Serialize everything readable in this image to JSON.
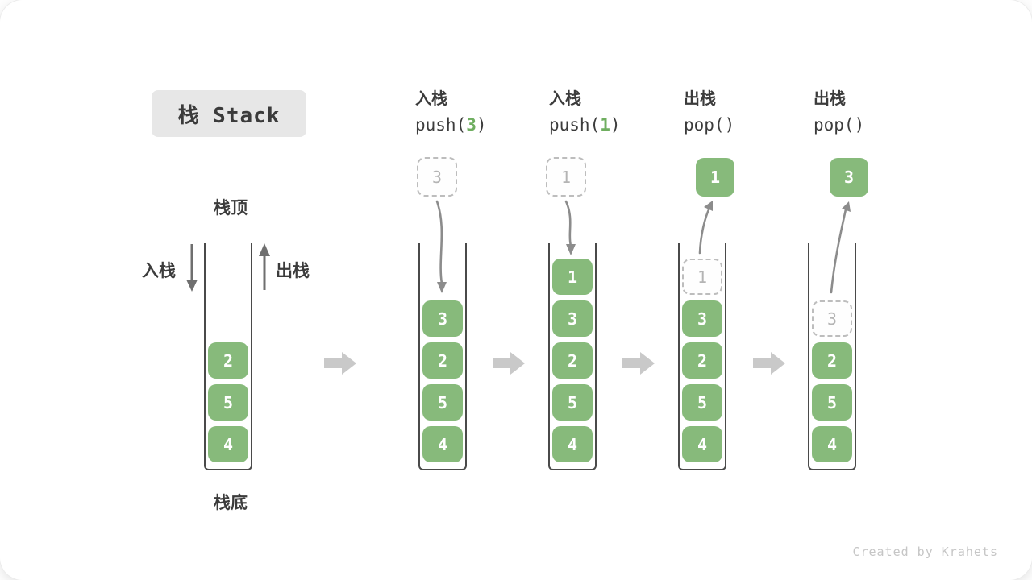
{
  "title": "栈 Stack",
  "labels": {
    "top": "栈顶",
    "bottom": "栈底",
    "push": "入栈",
    "pop": "出栈"
  },
  "stacks": [
    {
      "values": [
        "2",
        "5",
        "4"
      ]
    },
    {
      "op": "入栈",
      "call_prefix": "push(",
      "call_arg": "3",
      "call_suffix": ")",
      "incoming": "3",
      "values": [
        "3",
        "2",
        "5",
        "4"
      ]
    },
    {
      "op": "入栈",
      "call_prefix": "push(",
      "call_arg": "1",
      "call_suffix": ")",
      "incoming": "1",
      "values": [
        "1",
        "3",
        "2",
        "5",
        "4"
      ]
    },
    {
      "op": "出栈",
      "call_prefix": "pop(",
      "call_arg": "",
      "call_suffix": ")",
      "outgoing": "1",
      "removed": "1",
      "values": [
        "3",
        "2",
        "5",
        "4"
      ]
    },
    {
      "op": "出栈",
      "call_prefix": "pop(",
      "call_arg": "",
      "call_suffix": ")",
      "outgoing": "3",
      "removed": "3",
      "values": [
        "2",
        "5",
        "4"
      ]
    }
  ],
  "watermark": "Created by Krahets",
  "colors": {
    "green": "#87ba7b",
    "green_text": "#6fae60",
    "text": "#3c3c3c",
    "dashed_border": "#bdbdbd",
    "dashed_text": "#b4b4b4",
    "container_border": "#4a4a4a",
    "curve_arrow": "#8c8c8c",
    "direction_arrow": "#6f6f6f",
    "block_arrow": "#c9c9c9",
    "title_bg": "#e7e7e7",
    "watermark": "#c6c6c6"
  }
}
